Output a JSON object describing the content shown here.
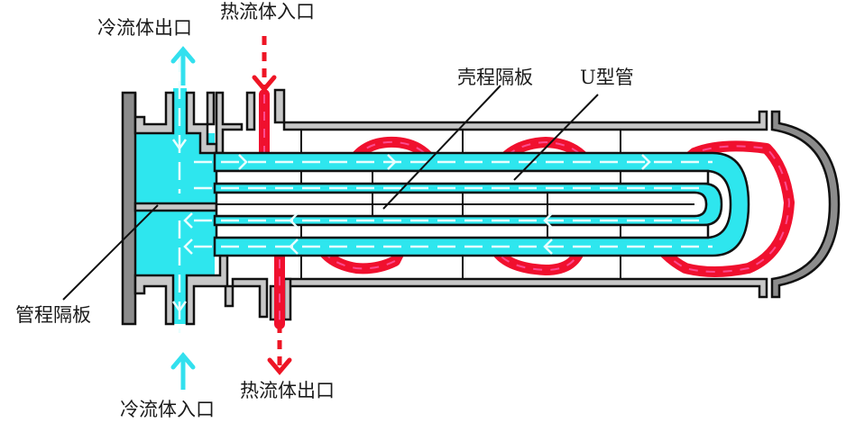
{
  "labels": {
    "cold_outlet": "冷流体出口",
    "hot_inlet": "热流体入口",
    "shell_baffle": "壳程隔板",
    "u_tube": "U型管",
    "tube_pass_partition": "管程隔板",
    "cold_inlet": "冷流体入口",
    "hot_outlet": "热流体出口"
  },
  "colors": {
    "cold_fluid": "#2ee6ee",
    "hot_fluid": "#f0102e",
    "shell_wall": "#c8c8c8",
    "outline": "#111111"
  }
}
